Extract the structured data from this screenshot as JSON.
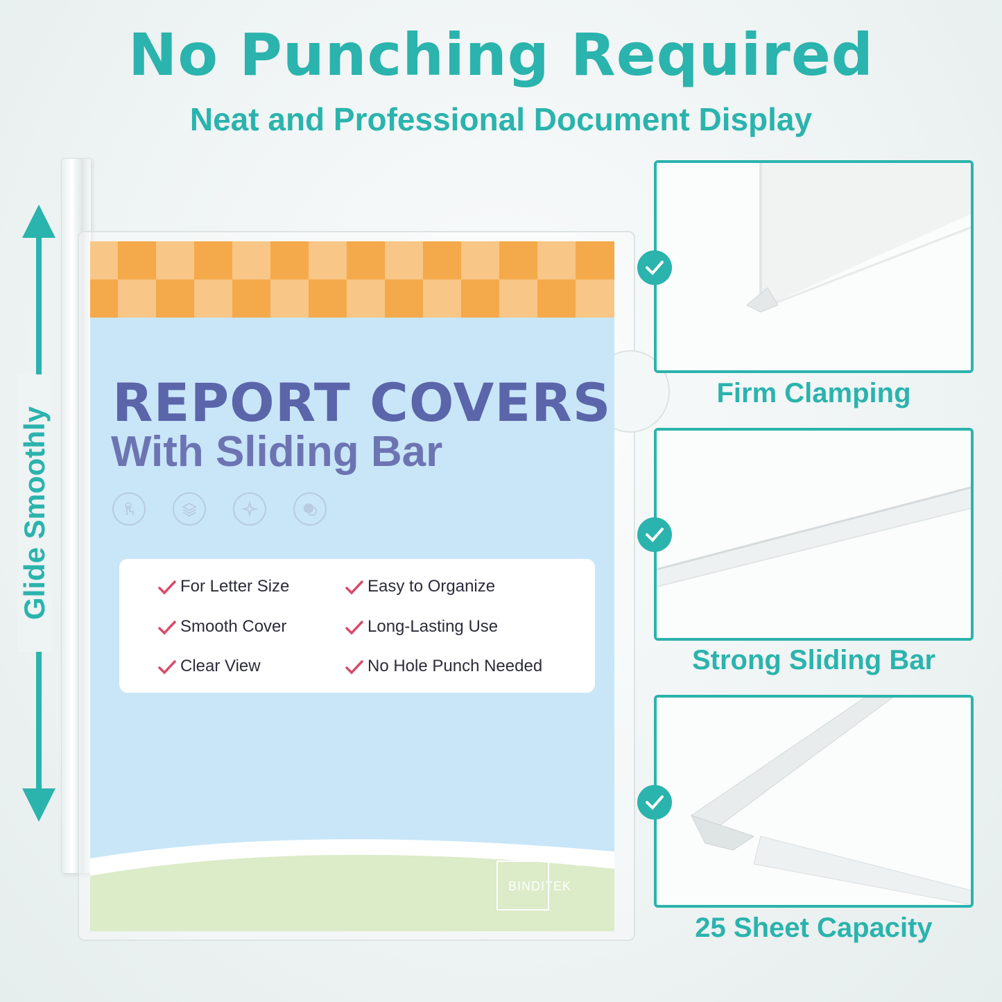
{
  "headline": "No Punching Required",
  "subheadline": "Neat and Professional Document Display",
  "glide_label": "Glide Smoothly",
  "cover": {
    "title": "REPORT COVERS",
    "subtitle": "With Sliding Bar",
    "features": [
      "For Letter Size",
      "Easy to Organize",
      "Smooth Cover",
      "Long-Lasting Use",
      "Clear View",
      "No Hole Punch Needed"
    ],
    "brand": "BINDITEK",
    "brand_mark": "®"
  },
  "panels": [
    {
      "label": "Firm Clamping"
    },
    {
      "label": "Strong Sliding Bar"
    },
    {
      "label": "25 Sheet Capacity"
    }
  ],
  "colors": {
    "accent": "#2bb3ad",
    "title": "#5b65aa",
    "check": "#d94a6a",
    "checker_dark": "#f4a94a",
    "checker_light": "#f8c686",
    "paper": "#c8e6f8",
    "wave_green": "#dcebc8"
  }
}
